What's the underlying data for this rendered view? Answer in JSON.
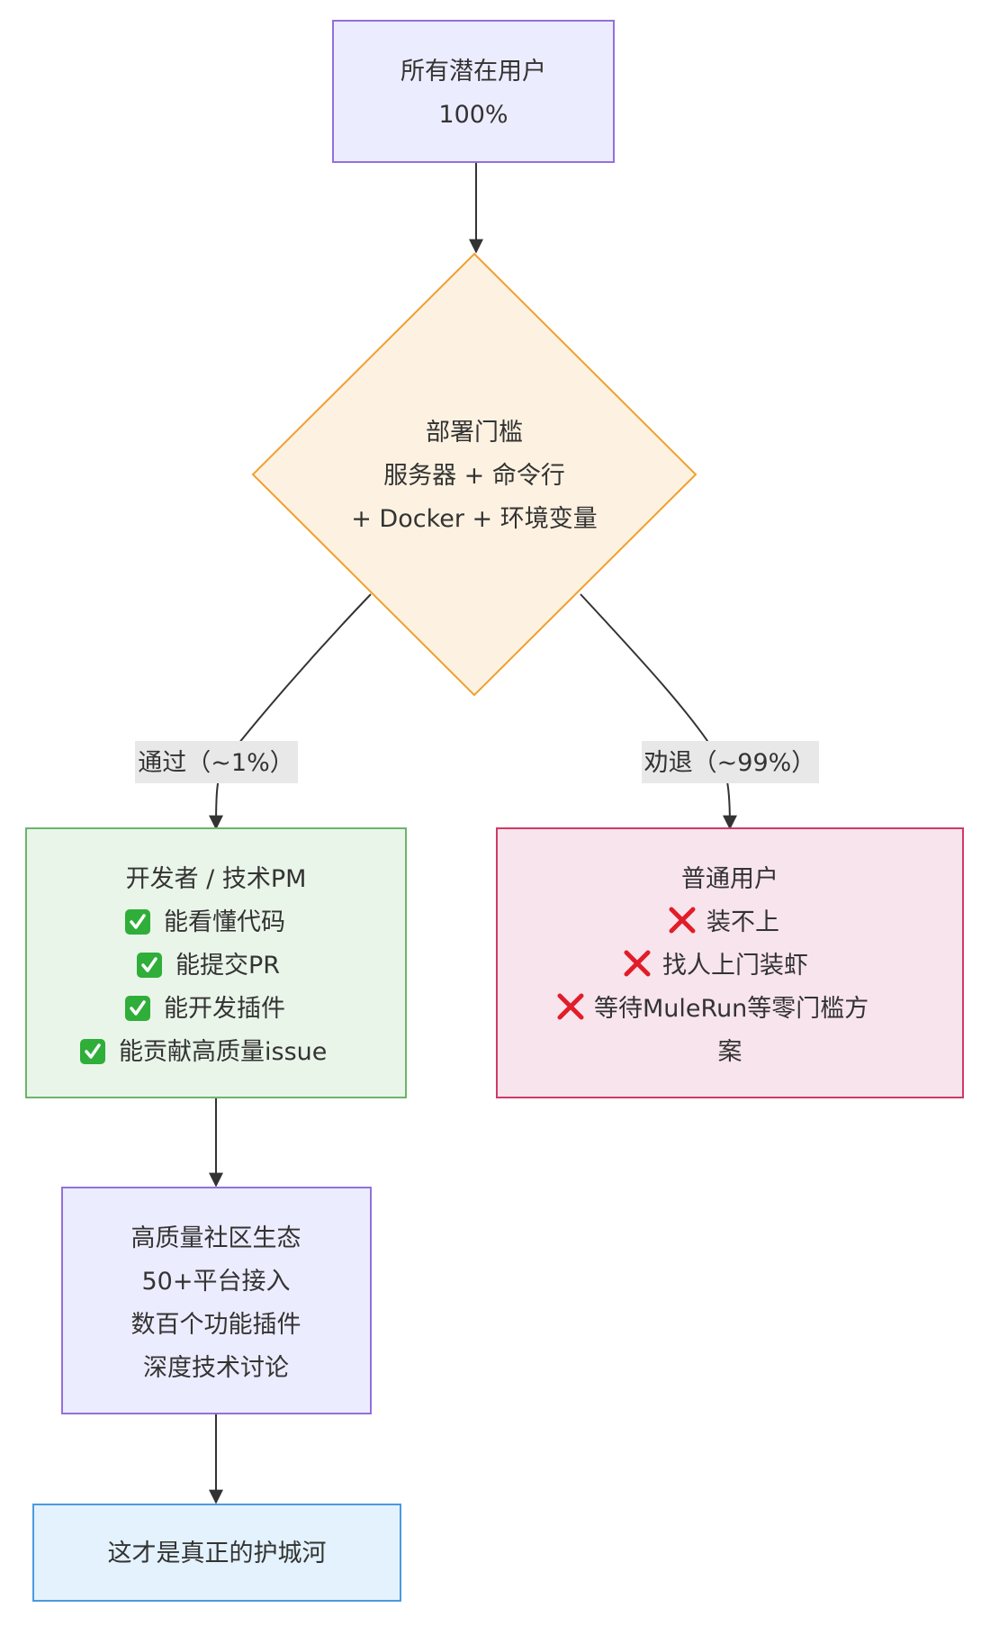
{
  "colors": {
    "purple_fill": "#ececff",
    "purple_stroke": "#9370db",
    "orange_fill": "#fdf2e1",
    "orange_stroke": "#f0a030",
    "green_fill": "#eaf5e9",
    "green_stroke": "#6ab56a",
    "pink_fill": "#f8e4ec",
    "pink_stroke": "#cf3a66",
    "blue_fill": "#e3f2fc",
    "blue_stroke": "#4a9ae0",
    "edge_label_bg": "#e8e8e8",
    "edge": "#333333"
  },
  "nodes": {
    "all_users": {
      "lines": [
        "所有潜在用户",
        "100%"
      ]
    },
    "threshold": {
      "lines": [
        "部署门槛",
        "服务器 + 命令行",
        "+ Docker + 环境变量"
      ]
    },
    "developers": {
      "title": "开发者 / 技术PM",
      "items": [
        {
          "icon": "check-icon",
          "text": "能看懂代码"
        },
        {
          "icon": "check-icon",
          "text": "能提交PR"
        },
        {
          "icon": "check-icon",
          "text": "能开发插件"
        },
        {
          "icon": "check-icon",
          "text": "能贡献高质量issue"
        }
      ]
    },
    "regular_users": {
      "title": "普通用户",
      "items": [
        {
          "icon": "cross-icon",
          "text": "装不上"
        },
        {
          "icon": "cross-icon",
          "text": "找人上门装虾"
        },
        {
          "icon": "cross-icon",
          "text": "等待MuleRun等零门槛方"
        }
      ],
      "wrap": "案"
    },
    "ecosystem": {
      "lines": [
        "高质量社区生态",
        "50+平台接入",
        "数百个功能插件",
        "深度技术讨论"
      ]
    },
    "moat": {
      "lines": [
        "这才是真正的护城河"
      ]
    }
  },
  "edges": {
    "pass_label": "通过（~1%）",
    "quit_label": "劝退（~99%）"
  }
}
